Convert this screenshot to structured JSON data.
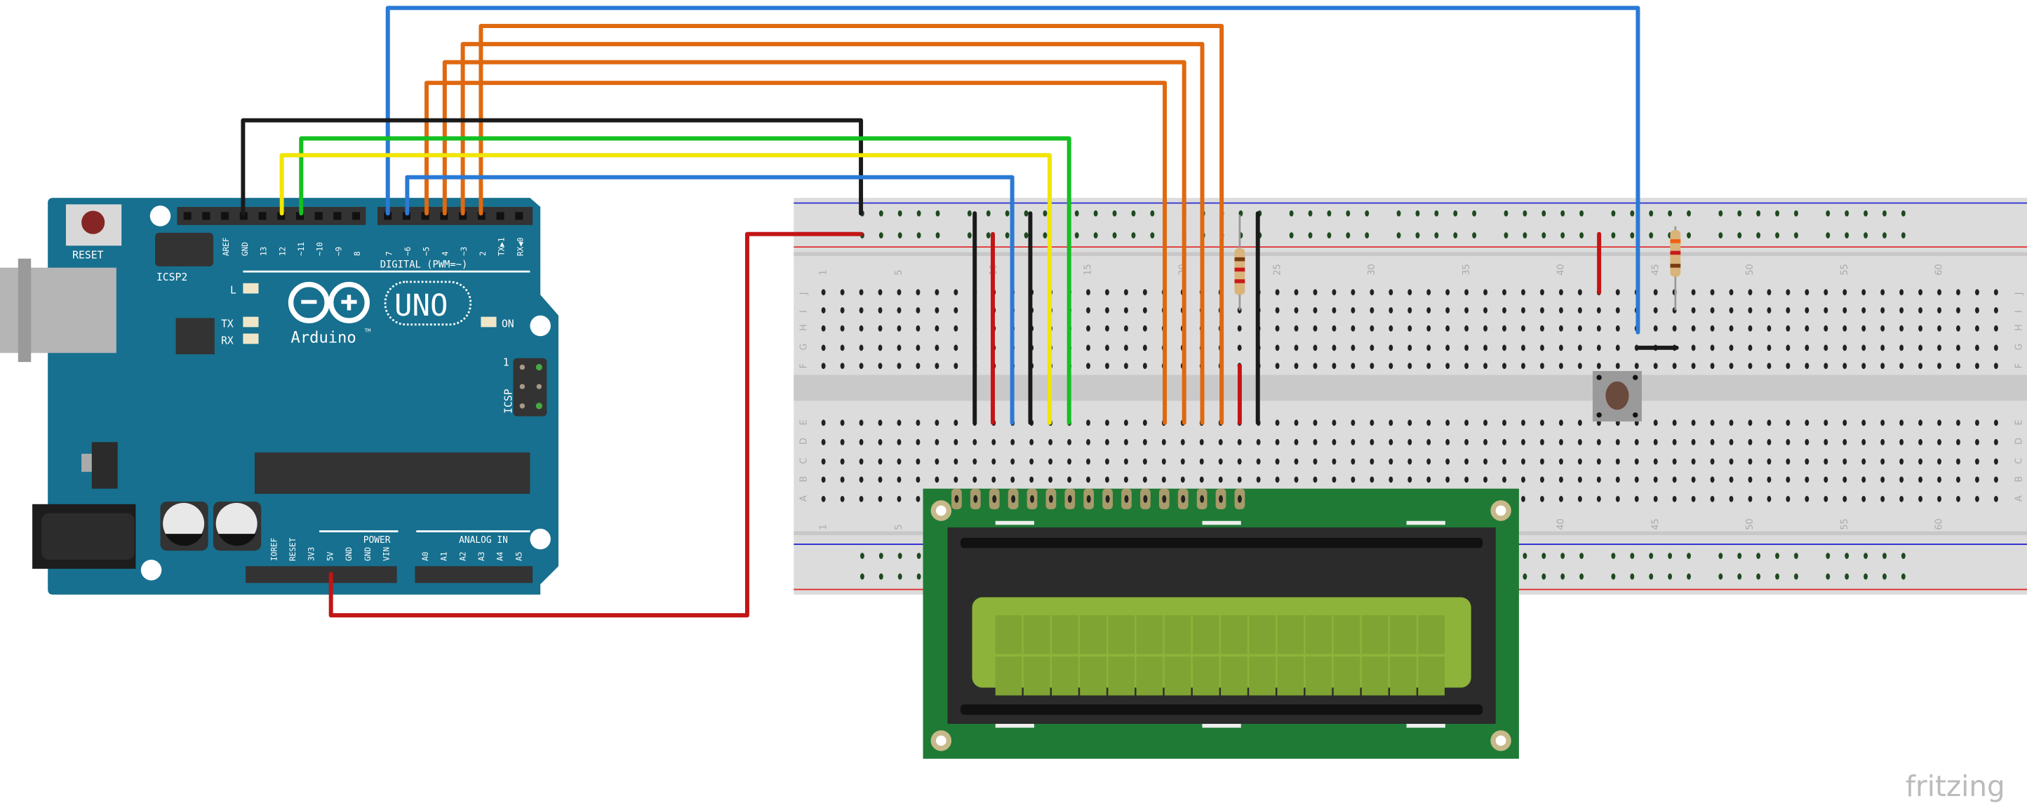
{
  "arduino": {
    "reset_label": "RESET",
    "icsp2_label": "ICSP2",
    "icsp_label": "ICSP",
    "icsp_pin1": "1",
    "brand": "Arduino",
    "trademark": "TM",
    "model": "UNO",
    "digital_label": "DIGITAL (PWM=~)",
    "power_label": "POWER",
    "analog_label": "ANALOG IN",
    "led_labels": {
      "l": "L",
      "tx": "TX",
      "rx": "RX",
      "on": "ON"
    },
    "header_left_pins": [
      "AREF",
      "GND",
      "13",
      "12",
      "~11",
      "~10",
      "~9",
      "8"
    ],
    "header_right_pins": [
      "7",
      "~6",
      "~5",
      "4",
      "~3",
      "2",
      "TX▶1",
      "RX◀0"
    ],
    "power_pins": [
      "IOREF",
      "RESET",
      "3V3",
      "5V",
      "GND",
      "GND",
      "VIN"
    ],
    "analog_pins": [
      "A0",
      "A1",
      "A2",
      "A3",
      "A4",
      "A5"
    ],
    "board_color": "#17708f"
  },
  "breadboard": {
    "column_numbers": [
      "1",
      "5",
      "10",
      "15",
      "20",
      "25",
      "30",
      "35",
      "40",
      "45",
      "50",
      "55",
      "60"
    ],
    "row_letters_top": [
      "J",
      "I",
      "H",
      "G",
      "F"
    ],
    "row_letters_bottom": [
      "E",
      "D",
      "C",
      "B",
      "A"
    ]
  },
  "wire_colors": {
    "black": "#1a1a1a",
    "red": "#c41414",
    "blue": "#2a7ad6",
    "orange": "#e0680e",
    "yellow": "#f2e600",
    "green": "#14c021"
  },
  "lcd": {
    "columns": 16,
    "rows": 2,
    "screen_color": "#8db33a"
  },
  "watermark": "fritzing"
}
